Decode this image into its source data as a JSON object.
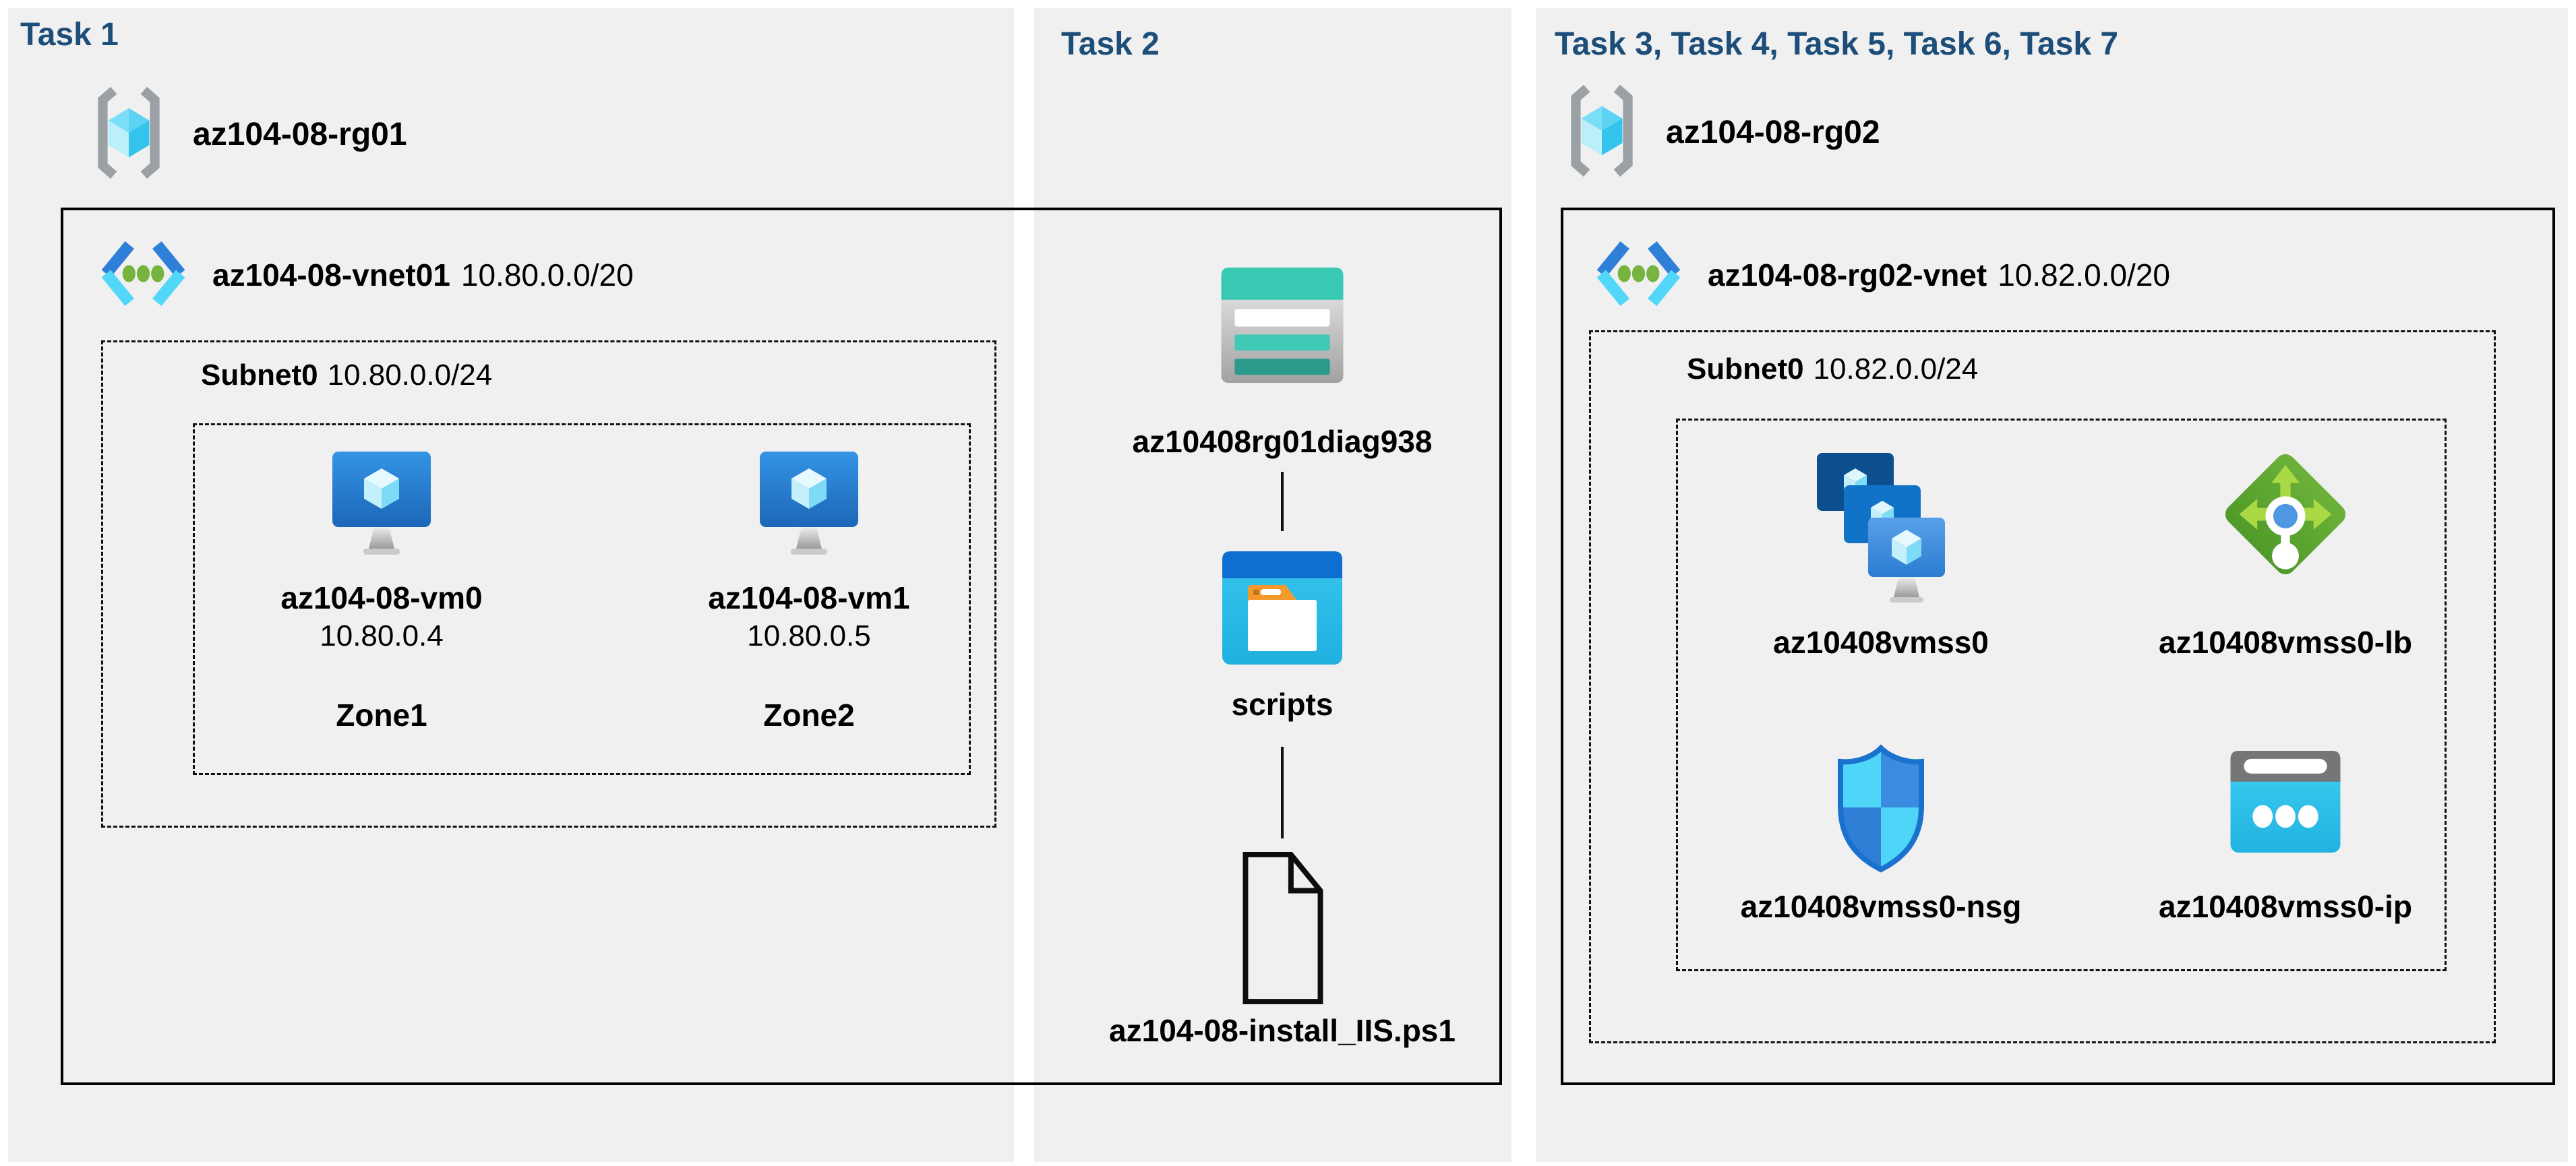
{
  "colors": {
    "title_blue": "#1d4e79",
    "panel_gray": "#f0f0f1",
    "line_black": "#000000",
    "azure_blue": "#2e7fd8",
    "cyan": "#53d7f8",
    "teal": "#39c8b2",
    "green_lb": "#5ca331",
    "orange_tab": "#f49a2c"
  },
  "task1": {
    "title": "Task 1",
    "resource_group": {
      "name": "az104-08-rg01"
    },
    "vnet": {
      "name": "az104-08-vnet01",
      "cidr": "10.80.0.0/20"
    },
    "subnet": {
      "name": "Subnet0",
      "cidr": "10.80.0.0/24"
    },
    "vms": [
      {
        "name": "az104-08-vm0",
        "ip": "10.80.0.4",
        "zone": "Zone1"
      },
      {
        "name": "az104-08-vm1",
        "ip": "10.80.0.5",
        "zone": "Zone2"
      }
    ]
  },
  "task2": {
    "title": "Task 2",
    "storage_account": {
      "name": "az10408rg01diag938"
    },
    "container": {
      "name": "scripts"
    },
    "script_file": {
      "name": "az104-08-install_IIS.ps1"
    }
  },
  "task3": {
    "title": "Task 3, Task 4, Task 5, Task 6, Task 7",
    "resource_group": {
      "name": "az104-08-rg02"
    },
    "vnet": {
      "name": "az104-08-rg02-vnet",
      "cidr": "10.82.0.0/20"
    },
    "subnet": {
      "name": "Subnet0",
      "cidr": "10.82.0.0/24"
    },
    "vmss": {
      "name": "az10408vmss0"
    },
    "load_balancer": {
      "name": "az10408vmss0-lb"
    },
    "nsg": {
      "name": "az10408vmss0-nsg"
    },
    "public_ip": {
      "name": "az10408vmss0-ip"
    }
  }
}
